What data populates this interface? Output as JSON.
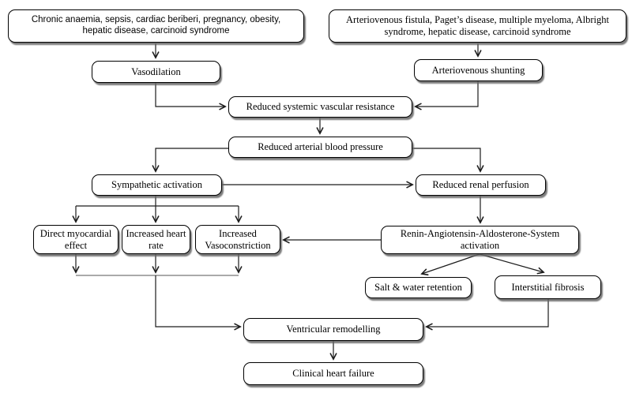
{
  "diagram": {
    "nodes": {
      "chronic": {
        "label": "Chronic anaemia, sepsis, cardiac beriberi, pregnancy, obesity,\nhepatic disease, carcinoid syndrome"
      },
      "avfistula": {
        "label": "Arteriovenous fistula, Paget’s disease, multiple myeloma, Albright\nsyndrome, hepatic disease, carcinoid syndrome"
      },
      "vasodilation": {
        "label": "Vasodilation"
      },
      "avshunting": {
        "label": "Arteriovenous shunting"
      },
      "rsvr": {
        "label": "Reduced systemic vascular resistance"
      },
      "rabp": {
        "label": "Reduced arterial blood pressure"
      },
      "sympathetic": {
        "label": "Sympathetic activation"
      },
      "renal": {
        "label": "Reduced renal perfusion"
      },
      "dme": {
        "label": "Direct myocardial\neffect"
      },
      "ihr": {
        "label": "Increased heart\nrate"
      },
      "ivc": {
        "label": "Increased\nVasoconstriction"
      },
      "raas": {
        "label": "Renin-Angiotensin-Aldosterone-System\nactivation"
      },
      "salt": {
        "label": "Salt & water retention"
      },
      "fibrosis": {
        "label": "Interstitial fibrosis"
      },
      "ventricular": {
        "label": "Ventricular remodelling"
      },
      "clinical": {
        "label": "Clinical heart failure"
      }
    },
    "edges": [
      {
        "from": "chronic",
        "to": "vasodilation"
      },
      {
        "from": "avfistula",
        "to": "avshunting"
      },
      {
        "from": "vasodilation",
        "to": "rsvr"
      },
      {
        "from": "avshunting",
        "to": "rsvr"
      },
      {
        "from": "rsvr",
        "to": "rabp"
      },
      {
        "from": "rabp",
        "to": "sympathetic"
      },
      {
        "from": "rabp",
        "to": "renal"
      },
      {
        "from": "sympathetic",
        "to": "renal"
      },
      {
        "from": "sympathetic",
        "to": "dme"
      },
      {
        "from": "sympathetic",
        "to": "ihr"
      },
      {
        "from": "sympathetic",
        "to": "ivc"
      },
      {
        "from": "renal",
        "to": "raas"
      },
      {
        "from": "raas",
        "to": "ivc"
      },
      {
        "from": "raas",
        "to": "salt"
      },
      {
        "from": "raas",
        "to": "fibrosis"
      },
      {
        "from": "dme",
        "to": "ventricular"
      },
      {
        "from": "ihr",
        "to": "ventricular"
      },
      {
        "from": "ivc",
        "to": "ventricular"
      },
      {
        "from": "fibrosis",
        "to": "ventricular"
      },
      {
        "from": "ventricular",
        "to": "clinical"
      }
    ],
    "colors": {
      "background": "#ffffff",
      "box_fill": "#ffffff",
      "box_border": "#000000",
      "line": "#1c1c1c",
      "shadow": "#646464",
      "text": "#000000"
    }
  }
}
